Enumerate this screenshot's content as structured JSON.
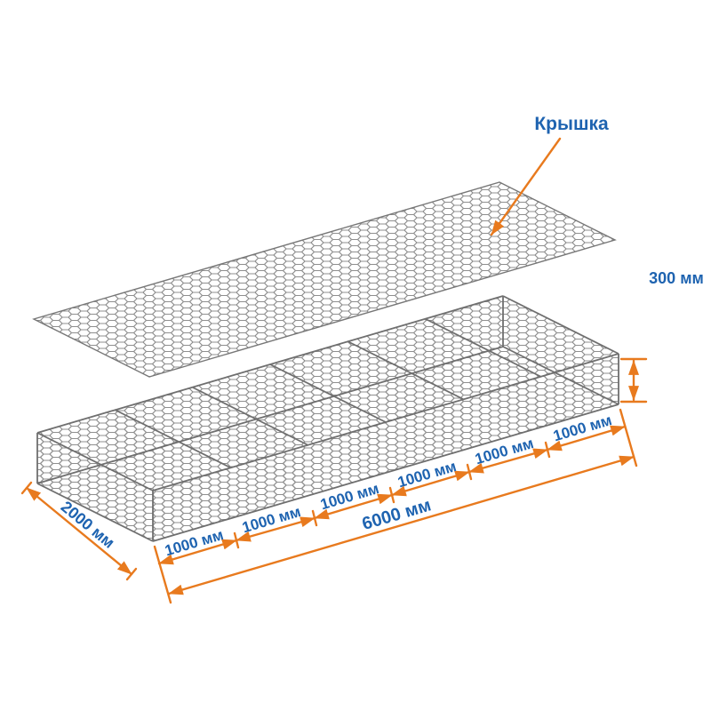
{
  "diagram": {
    "lid_label": "Крышка",
    "dimensions": {
      "height": "300 мм",
      "width": "2000 мм",
      "length": "6000 мм",
      "segments": [
        "1000 мм",
        "1000 мм",
        "1000 мм",
        "1000 мм",
        "1000 мм",
        "1000 мм"
      ]
    },
    "colors": {
      "dimension_arrows": "#e87a1e",
      "labels": "#1e63b0",
      "mesh": "#8f8f8f",
      "mesh_edge": "#6f6f6f"
    }
  }
}
